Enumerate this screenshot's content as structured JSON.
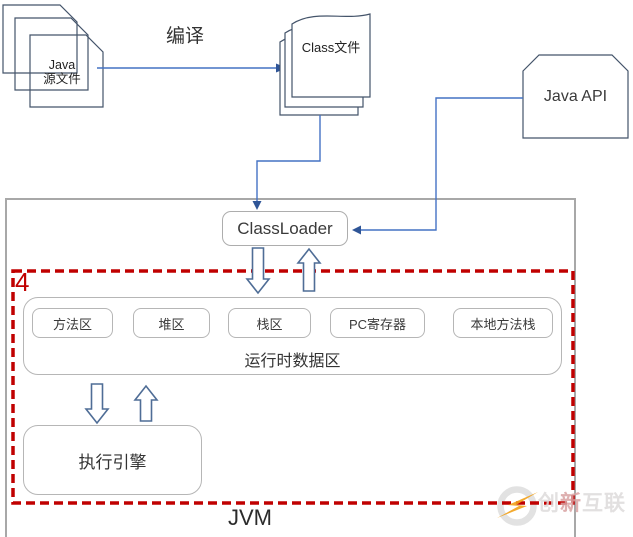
{
  "title": "JVM architecture diagram",
  "colors": {
    "connector_blue": "#4472c4",
    "connector_head": "#2f5597",
    "shape_outline": "#44546a",
    "block_arrow_outline": "#4f6d96",
    "gray_border": "#a8a8a8",
    "red_dashed": "#c00000",
    "watermark_orange": "#f2a118"
  },
  "nodes": {
    "java_source": {
      "line1": "Java",
      "line2": "源文件"
    },
    "compile_label": "编译",
    "class_file_label": "Class文件",
    "java_api_label": "Java API",
    "classloader_label": "ClassLoader",
    "region_number": "4",
    "runtime_area": {
      "label": "运行时数据区",
      "boxes": [
        "方法区",
        "堆区",
        "栈区",
        "PC寄存器",
        "本地方法栈"
      ]
    },
    "execution_engine_label": "执行引擎",
    "jvm_label": "JVM"
  },
  "watermark": {
    "part1": "创",
    "part2": "新",
    "part3": "互联"
  }
}
